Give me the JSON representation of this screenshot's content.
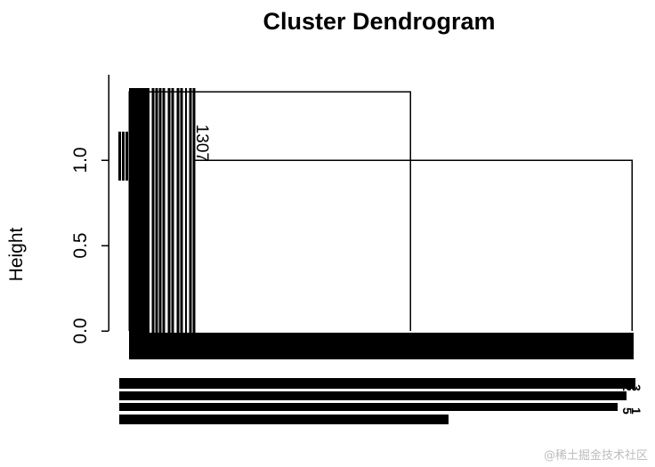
{
  "chart_data": {
    "type": "dendrogram",
    "title": "Cluster Dendrogram",
    "ylabel": "Height",
    "ylim": [
      0,
      1.4
    ],
    "yticks": [
      0.0,
      0.5,
      1.0
    ],
    "ytick_labels": [
      "0.0",
      "0.5",
      "1.0"
    ],
    "merges": [
      {
        "height": 1.4,
        "from": 0.0,
        "to": 0.56
      },
      {
        "height": 1.0,
        "from": 0.13,
        "to": 1.0
      }
    ],
    "node_labels": [
      {
        "text": "1307",
        "height": 1.0
      }
    ],
    "dense_leaf_labels": [
      "2",
      "3",
      "5",
      "1"
    ]
  },
  "watermark": "@稀土掘金技术社区"
}
